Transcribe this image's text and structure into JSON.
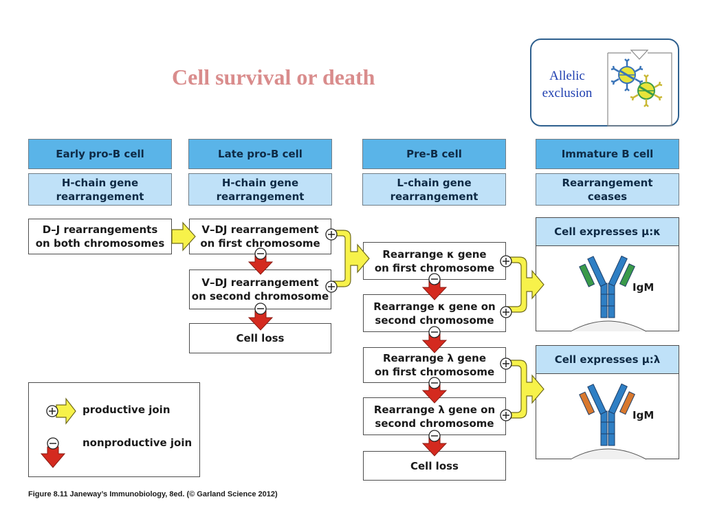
{
  "title": "Cell survival or death",
  "inset": {
    "label": "Allelic\nexclusion"
  },
  "columns": [
    {
      "header": "Early pro-B cell",
      "subheader": "H-chain gene\nrearrangement"
    },
    {
      "header": "Late pro-B cell",
      "subheader": "H-chain gene\nrearrangement"
    },
    {
      "header": "Pre-B cell",
      "subheader": "L-chain gene\nrearrangement"
    },
    {
      "header": "Immature B cell",
      "subheader": "Rearrangement\nceases"
    }
  ],
  "steps": {
    "dj": "D–J rearrangements\non both chromosomes",
    "vdj1": "V–DJ rearrangement\non first chromosome",
    "vdj2": "V–DJ rearrangement\non second chromosome",
    "h_cell_loss": "Cell loss",
    "kappa1": "Rearrange κ gene\non first chromosome",
    "kappa2": "Rearrange κ gene on\nsecond chromosome",
    "lambda1": "Rearrange λ gene\non first chromosome",
    "lambda2": "Rearrange λ gene on\nsecond chromosome",
    "l_cell_loss": "Cell loss"
  },
  "outcomes": [
    {
      "header": "Cell expresses μ:κ",
      "antibody": "IgM",
      "light_chain_color": "#3a9a4a"
    },
    {
      "header": "Cell expresses μ:λ",
      "antibody": "IgM",
      "light_chain_color": "#d8782e"
    }
  ],
  "legend": {
    "productive": "productive join",
    "nonproductive": "nonproductive join"
  },
  "caption": "Figure 8.11  Janeway’s Immunobiology, 8ed. (© Garland Science 2012)",
  "colors": {
    "header_blue": "#5ab4e8",
    "sub_blue": "#bfe1f8",
    "productive_arrow": "#f7f24a",
    "nonproductive_arrow": "#d42a1f",
    "heavy_chain": "#2f7fc4",
    "title": "#d98c8c"
  }
}
